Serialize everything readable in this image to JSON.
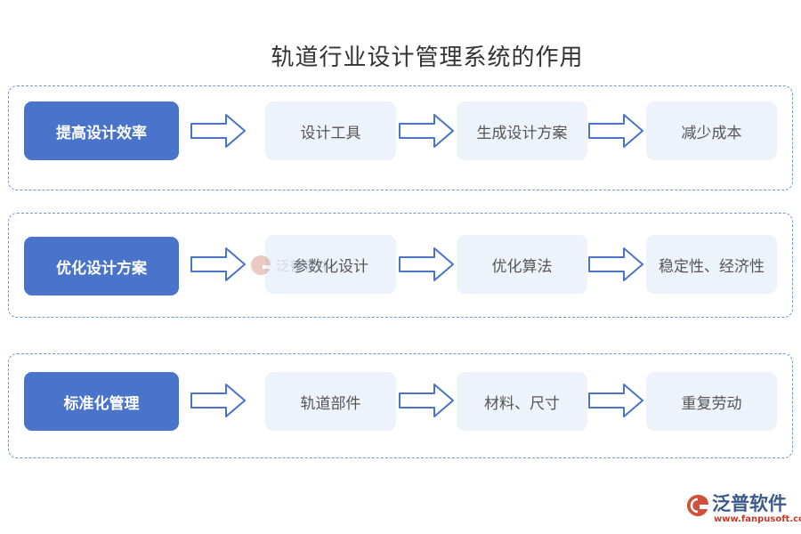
{
  "title": "轨道行业设计管理系统的作用",
  "rows": [
    {
      "main": "提高设计效率",
      "steps": [
        "设计工具",
        "生成设计方案",
        "减少成本"
      ]
    },
    {
      "main": "优化设计方案",
      "steps": [
        "参数化设计",
        "优化算法",
        "稳定性、经济性"
      ]
    },
    {
      "main": "标准化管理",
      "steps": [
        "轨道部件",
        "材料、尺寸",
        "重复劳动"
      ]
    }
  ],
  "watermark": {
    "text": "泛普软件",
    "url": "www.fanpusoft.com"
  },
  "colors": {
    "main_box": "#4a74c9",
    "step_box": "#edf3fa",
    "border": "#6f9ad0"
  }
}
